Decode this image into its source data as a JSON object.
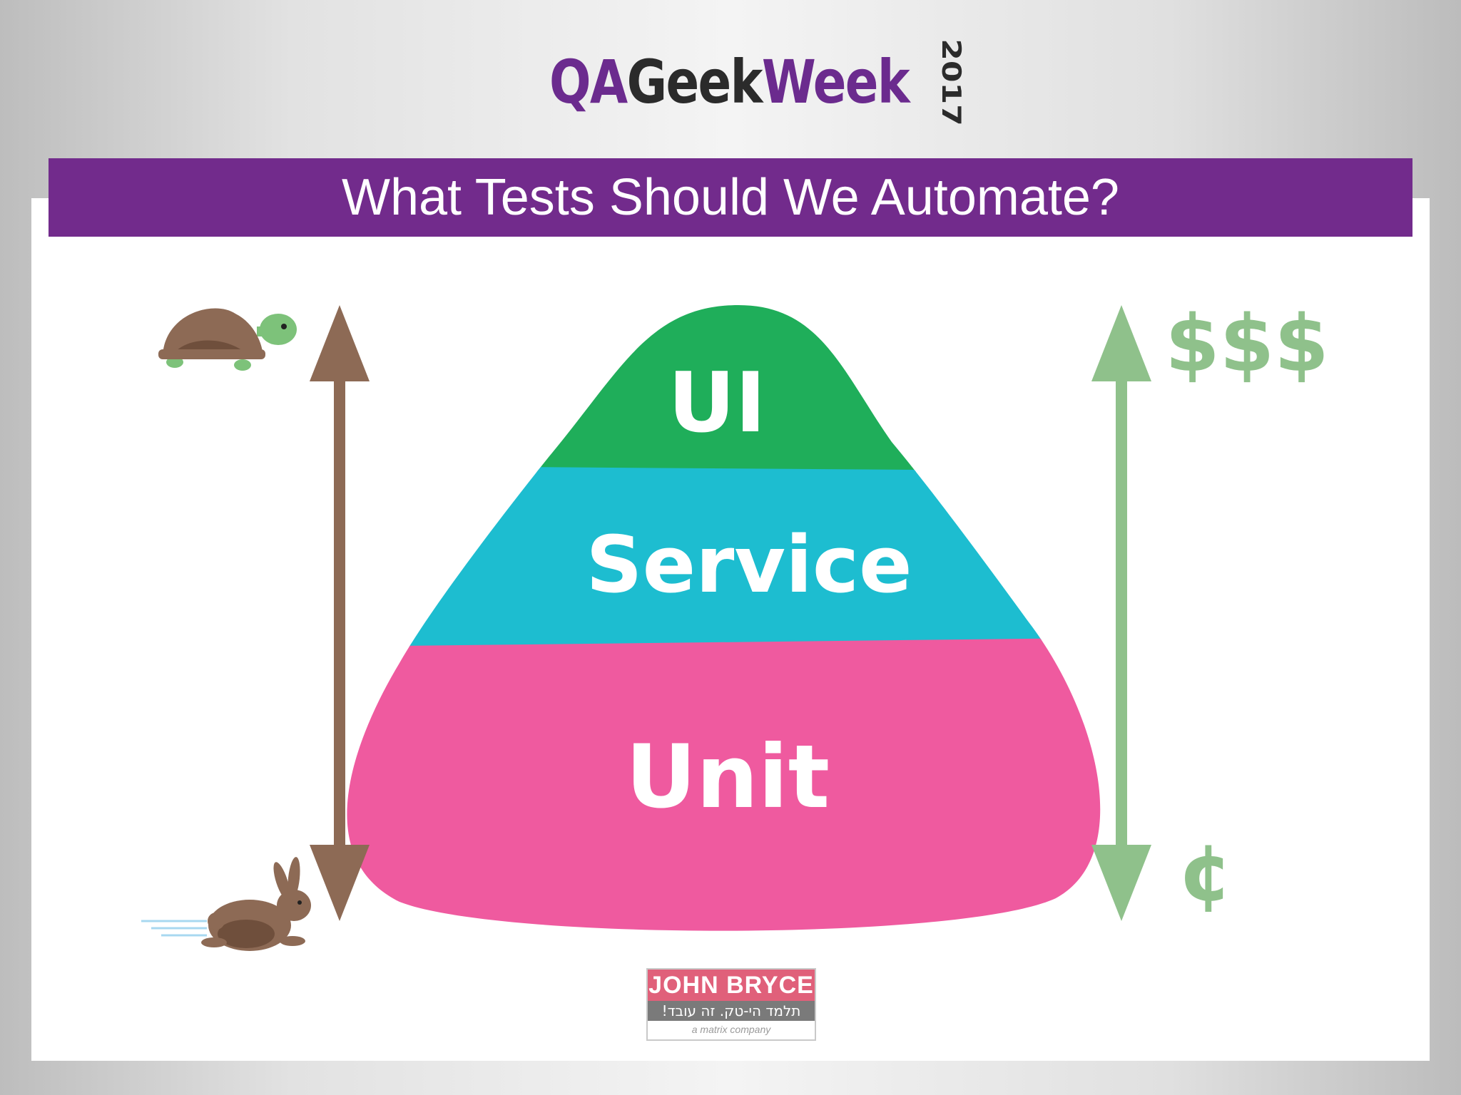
{
  "header": {
    "logo": {
      "qa": "QA",
      "geek": "Geek",
      "week": "Week",
      "year": "2017"
    }
  },
  "title": "What Tests Should We Automate?",
  "pyramid": {
    "layers": [
      {
        "label": "UI",
        "color": "#1fae5a"
      },
      {
        "label": "Service",
        "color": "#1dbdd0"
      },
      {
        "label": "Unit",
        "color": "#ef5a9f"
      }
    ]
  },
  "speed_axis": {
    "top_icon": "turtle-icon",
    "bottom_icon": "rabbit-icon",
    "color": "#8d6a55"
  },
  "cost_axis": {
    "top_label": "$$$",
    "bottom_label": "¢",
    "color": "#8fc18b"
  },
  "footer": {
    "brand": "JOHN BRYCE",
    "tagline": "תלמד הי-טק. זה עובד!",
    "sub": "a matrix company"
  }
}
